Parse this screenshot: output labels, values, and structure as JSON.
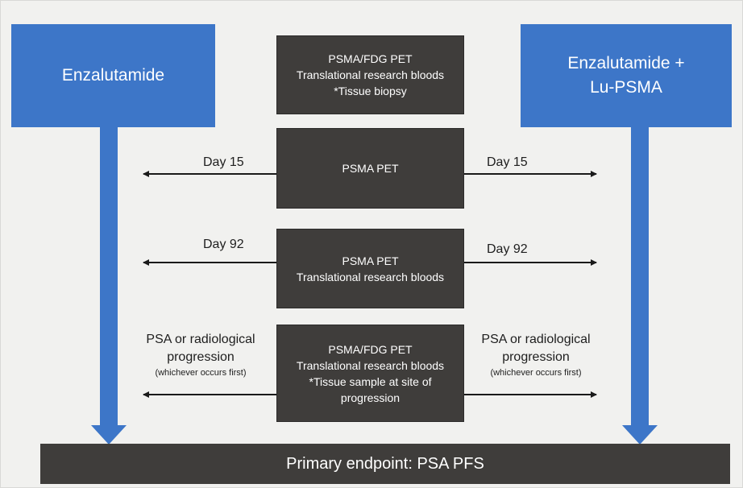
{
  "arms": {
    "left": "Enzalutamide",
    "right_line1": "Enzalutamide +",
    "right_line2": "Lu-PSMA"
  },
  "baseline_box": [
    "PSMA/FDG PET",
    "Translational research bloods",
    "*Tissue biopsy"
  ],
  "day15": {
    "box": [
      "PSMA PET"
    ],
    "left_label": "Day 15",
    "right_label": "Day 15"
  },
  "day92": {
    "box": [
      "PSMA PET",
      "Translational research bloods"
    ],
    "left_label": "Day 92",
    "right_label": "Day 92"
  },
  "progression": {
    "box": [
      "PSMA/FDG PET",
      "Translational research bloods",
      "*Tissue sample at site of",
      "progression"
    ],
    "label_line1": "PSA or radiological",
    "label_line2": "progression",
    "label_note": "(whichever occurs first)"
  },
  "endpoint": "Primary endpoint: PSA PFS",
  "colors": {
    "arm_blue": "#3d76c8",
    "box_dark": "#3f3d3b",
    "background": "#f1f1ef"
  }
}
